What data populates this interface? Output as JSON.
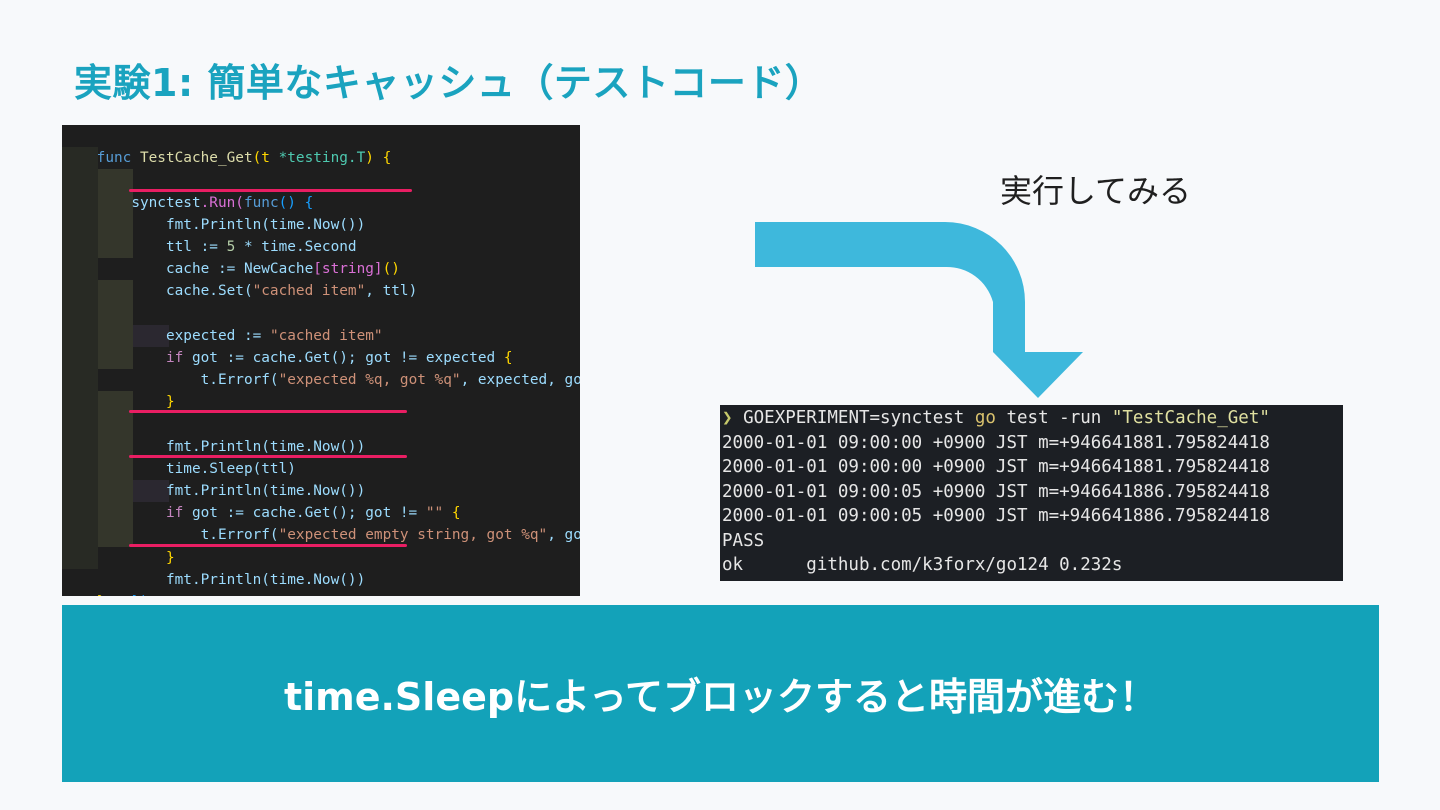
{
  "slide": {
    "title": "実験1: 簡単なキャッシュ（テストコード）",
    "run_label": "実行してみる",
    "banner": "time.Sleepによってブロックすると時間が進む！"
  },
  "code": {
    "l1": {
      "a": "func",
      "b": " TestCache_Get",
      "c": "(t ",
      "d": "*testing.T",
      "e": ") {"
    },
    "l2": {
      "a": "synctest",
      "b": ".Run(",
      "c": "func",
      "d": "() {"
    },
    "l3": "fmt.Println(time.Now())",
    "l4": {
      "a": "ttl := ",
      "b": "5",
      "c": " * time.Second"
    },
    "l5": {
      "a": "cache := NewCache",
      "b": "[string]",
      "c": "()"
    },
    "l6": {
      "a": "cache.Set(",
      "b": "\"cached item\"",
      "c": ", ttl)"
    },
    "l8": {
      "a": "expected := ",
      "b": "\"cached item\""
    },
    "l9": {
      "a": "if",
      "b": " got := cache.Get(); got != expected ",
      "c": "{"
    },
    "l10": {
      "a": "t.Errorf(",
      "b": "\"expected %q, got %q\"",
      "c": ", expected, got)"
    },
    "l11": "}",
    "l13": "fmt.Println(time.Now())",
    "l14": "time.Sleep(ttl)",
    "l15": "fmt.Println(time.Now())",
    "l16": {
      "a": "if",
      "b": " got := cache.Get(); got != ",
      "c": "\"\"",
      "d": " {"
    },
    "l17": {
      "a": "t.Errorf(",
      "b": "\"expected empty string, got %q\"",
      "c": ", got)"
    },
    "l18": "}",
    "l19": "fmt.Println(time.Now())",
    "l20": "})",
    "l21": "}"
  },
  "terminal": {
    "prompt": "❯",
    "cmd_env": " GOEXPERIMENT=synctest ",
    "cmd_go": "go",
    "cmd_test": " test -run ",
    "cmd_arg": "\"TestCache_Get\"",
    "out1": "2000-01-01 09:00:00 +0900 JST m=+946641881.795824418",
    "out2": "2000-01-01 09:00:00 +0900 JST m=+946641881.795824418",
    "out3": "2000-01-01 09:00:05 +0900 JST m=+946641886.795824418",
    "out4": "2000-01-01 09:00:05 +0900 JST m=+946641886.795824418",
    "out5": "PASS",
    "out6": "ok      github.com/k3forx/go124 0.232s"
  },
  "colors": {
    "title": "#1aa3bf",
    "arrow": "#3eb8dc",
    "banner": "#13a2b9",
    "underline": "#e91e63"
  },
  "icons": {
    "arrow": "down-right-bent-arrow-icon"
  }
}
